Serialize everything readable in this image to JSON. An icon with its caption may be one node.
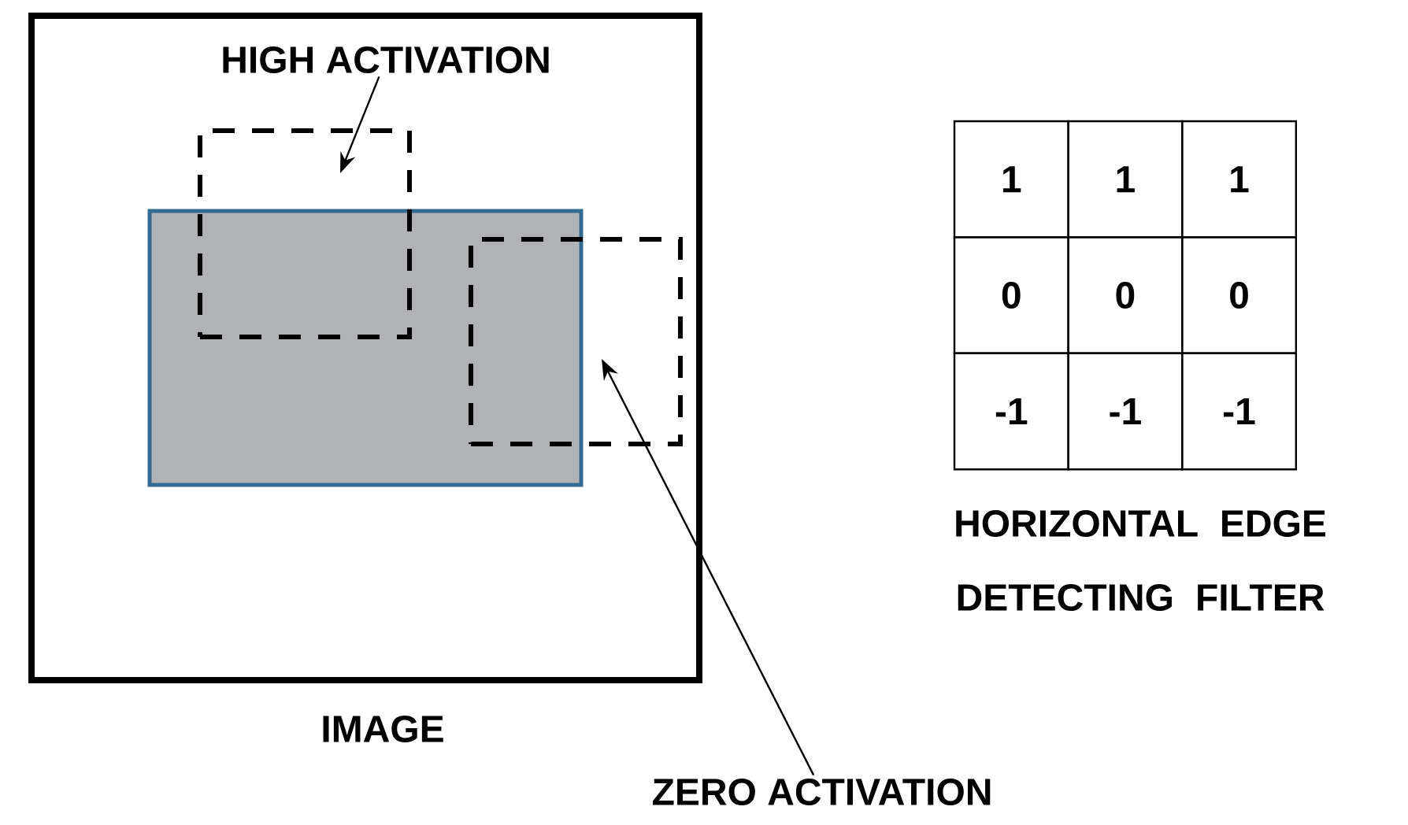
{
  "diagram": {
    "nodes": [
      {
        "text": [
          "IMAGE"
        ]
      },
      {
        "text": [],
        "shape": "box",
        "in": 0
      },
      {
        "text": [],
        "shape": "box",
        "in": 0
      },
      {
        "text": [],
        "shape": "box",
        "in": 0
      },
      {
        "text": [
          "HIGH ACTIVATION"
        ],
        "in": 0
      },
      {
        "text": [
          "ZERO ACTIVATION"
        ]
      }
    ],
    "edges": [
      {
        "from": 4,
        "to": 2,
        "arrow": "to"
      },
      {
        "from": 5,
        "to": 3,
        "arrow": "to"
      }
    ],
    "labels": [
      "1",
      "1",
      "1",
      "0",
      "0",
      "0",
      "-1",
      "-1",
      "-1",
      "HORIZONTAL EDGE DETECTING FILTER"
    ]
  }
}
